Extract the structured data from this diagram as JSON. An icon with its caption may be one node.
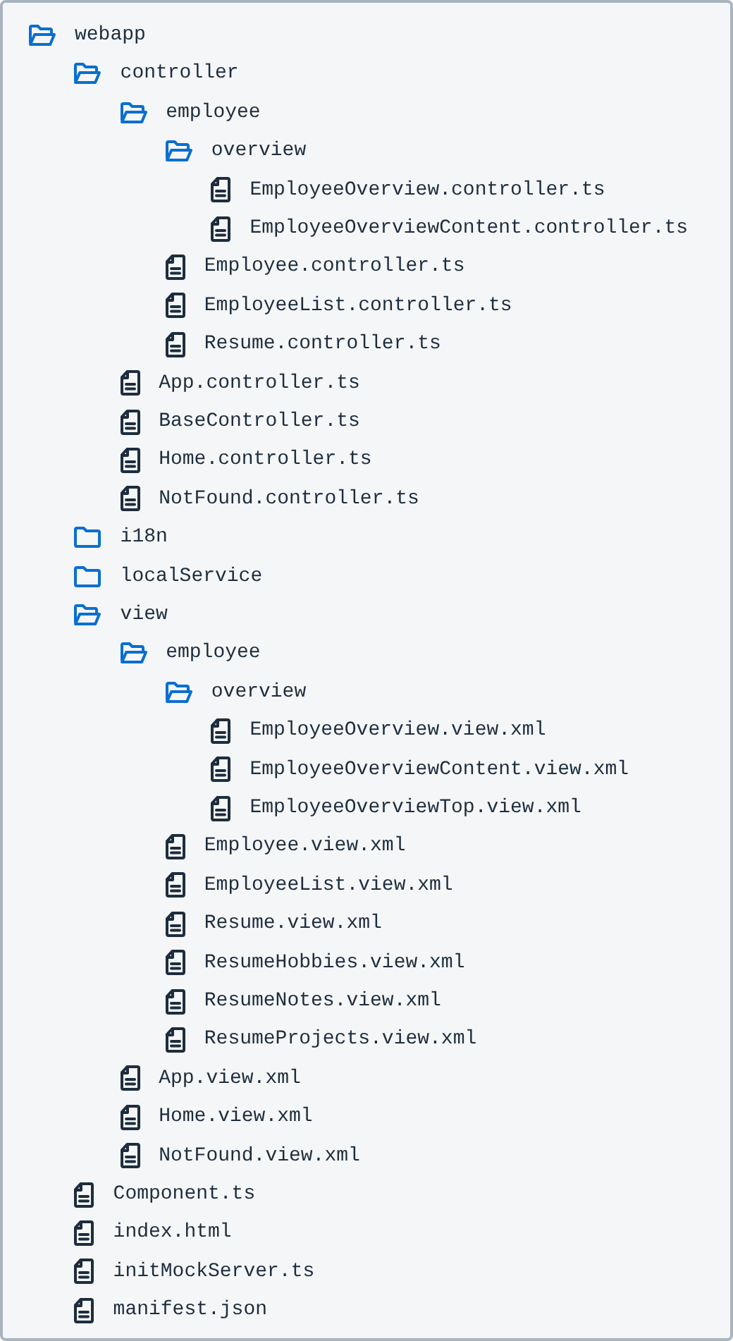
{
  "diagram": {
    "labels": [
      "webapp",
      "controller",
      "employee",
      "overview",
      "EmployeeOverview.controller.ts",
      "EmployeeOverviewContent.controller.ts",
      "Employee.controller.ts",
      "EmployeeList.controller.ts",
      "Resume.controller.ts",
      "App.controller.ts",
      "BaseController.ts",
      "Home.controller.ts",
      "NotFound.controller.ts",
      "i18n",
      "localService",
      "view",
      "employee",
      "overview",
      "EmployeeOverview.view.xml",
      "EmployeeOverviewContent.view.xml",
      "EmployeeOverviewTop.view.xml",
      "Employee.view.xml",
      "EmployeeList.view.xml",
      "Resume.view.xml",
      "ResumeHobbies.view.xml",
      "ResumeNotes.view.xml",
      "ResumeProjects.view.xml",
      "App.view.xml",
      "Home.view.xml",
      "NotFound.view.xml",
      "Component.ts",
      "index.html",
      "initMockServer.ts",
      "manifest.json"
    ]
  }
}
